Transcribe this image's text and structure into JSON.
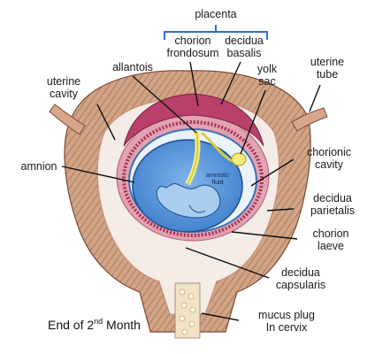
{
  "labels": {
    "placenta": "placenta",
    "chorion_frondosum": [
      "chorion",
      "frondosum"
    ],
    "decidua_basalis": [
      "decidua",
      "basalis"
    ],
    "allantois": "allantois",
    "yolk_sac": [
      "yolk",
      "sac"
    ],
    "uterine_cavity": [
      "uterine",
      "cavity"
    ],
    "uterine_tube": [
      "uterine",
      "tube"
    ],
    "amnion": "amnion",
    "chorionic_cavity": [
      "chorionic",
      "cavity"
    ],
    "amniotic_fluid": [
      "amniotic",
      "fluid"
    ],
    "decidua_parietalis": [
      "decidua",
      "parietalis"
    ],
    "chorion_laeve": [
      "chorion",
      "laeve"
    ],
    "decidua_capsularis": [
      "decidua",
      "capsularis"
    ],
    "mucus_plug": [
      "mucus plug",
      "In cervix"
    ]
  },
  "caption": {
    "prefix": "End of 2",
    "superscript": "nd",
    "suffix": " Month"
  },
  "colors": {
    "muscle": "#c99a7c",
    "muscle_stripe": "#9e6a52",
    "decidua": "#d98a9c",
    "villi": "#b0325a",
    "amniotic_fluid": "#4d8fd6",
    "chorion_ring": "#3a6fb6",
    "yolk": "#f3ec7a",
    "embryo": "#9cc3e8",
    "bracket": "#2f6fce"
  }
}
